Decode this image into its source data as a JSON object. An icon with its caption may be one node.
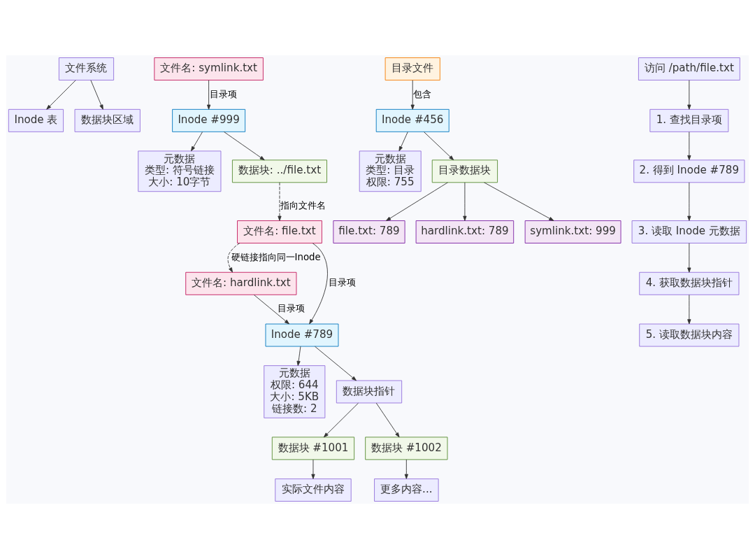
{
  "diagram": {
    "nodes": [
      {
        "text": [
          "文件系统"
        ]
      },
      {
        "text": [
          "Inode 表"
        ]
      },
      {
        "text": [
          "数据块区域"
        ]
      },
      {
        "text": [
          "文件名: symlink.txt"
        ]
      },
      {
        "text": [
          "Inode #999"
        ]
      },
      {
        "text": [
          "元数据",
          "类型: 符号链接",
          "大小: 10字节"
        ]
      },
      {
        "text": [
          "数据块: ../file.txt"
        ]
      },
      {
        "text": [
          "目录文件"
        ]
      },
      {
        "text": [
          "Inode #456"
        ]
      },
      {
        "text": [
          "元数据",
          "类型: 目录",
          "权限: 755"
        ]
      },
      {
        "text": [
          "目录数据块"
        ]
      },
      {
        "text": [
          "file.txt: 789"
        ]
      },
      {
        "text": [
          "hardlink.txt: 789"
        ]
      },
      {
        "text": [
          "symlink.txt: 999"
        ]
      },
      {
        "text": [
          "文件名: file.txt"
        ]
      },
      {
        "text": [
          "文件名: hardlink.txt"
        ]
      },
      {
        "text": [
          "Inode #789"
        ]
      },
      {
        "text": [
          "元数据",
          "权限: 644",
          "大小: 5KB",
          "链接数: 2"
        ]
      },
      {
        "text": [
          "数据块指针"
        ]
      },
      {
        "text": [
          "数据块 #1001"
        ]
      },
      {
        "text": [
          "数据块 #1002"
        ]
      },
      {
        "text": [
          "实际文件内容"
        ]
      },
      {
        "text": [
          "更多内容..."
        ]
      },
      {
        "text": [
          "访问 /path/file.txt"
        ]
      },
      {
        "text": [
          "1. 查找目录项"
        ]
      },
      {
        "text": [
          "2. 得到 Inode #789"
        ]
      },
      {
        "text": [
          "3. 读取 Inode 元数据"
        ]
      },
      {
        "text": [
          "4. 获取数据块指针"
        ]
      },
      {
        "text": [
          "5. 读取数据块内容"
        ]
      }
    ],
    "edges": [
      {
        "from": 0,
        "to": 1,
        "arrow": "to"
      },
      {
        "from": 0,
        "to": 2,
        "arrow": "to"
      },
      {
        "from": 3,
        "to": 4,
        "arrow": "to",
        "label": "目录项"
      },
      {
        "from": 4,
        "to": 5,
        "arrow": "to"
      },
      {
        "from": 4,
        "to": 6,
        "arrow": "to"
      },
      {
        "from": 6,
        "to": 14,
        "arrow": "to",
        "label": "指向文件名",
        "style": "dashed"
      },
      {
        "from": 7,
        "to": 8,
        "arrow": "to",
        "label": "包含"
      },
      {
        "from": 8,
        "to": 9,
        "arrow": "to"
      },
      {
        "from": 8,
        "to": 10,
        "arrow": "to"
      },
      {
        "from": 10,
        "to": 11,
        "arrow": "to"
      },
      {
        "from": 10,
        "to": 12,
        "arrow": "to"
      },
      {
        "from": 10,
        "to": 13,
        "arrow": "to"
      },
      {
        "from": 14,
        "to": 15,
        "arrow": "to",
        "label": "硬链接指向同一Inode",
        "style": "dashed"
      },
      {
        "from": 14,
        "to": 16,
        "arrow": "to",
        "label": "目录项"
      },
      {
        "from": 15,
        "to": 16,
        "arrow": "to",
        "label": "目录项"
      },
      {
        "from": 16,
        "to": 17,
        "arrow": "to"
      },
      {
        "from": 16,
        "to": 18,
        "arrow": "to"
      },
      {
        "from": 18,
        "to": 19,
        "arrow": "to"
      },
      {
        "from": 18,
        "to": 20,
        "arrow": "to"
      },
      {
        "from": 19,
        "to": 21,
        "arrow": "to"
      },
      {
        "from": 20,
        "to": 22,
        "arrow": "to"
      },
      {
        "from": 23,
        "to": 24,
        "arrow": "to"
      },
      {
        "from": 24,
        "to": 25,
        "arrow": "to"
      },
      {
        "from": 25,
        "to": 26,
        "arrow": "to"
      },
      {
        "from": 26,
        "to": 27,
        "arrow": "to"
      },
      {
        "from": 27,
        "to": 28,
        "arrow": "to"
      }
    ]
  }
}
